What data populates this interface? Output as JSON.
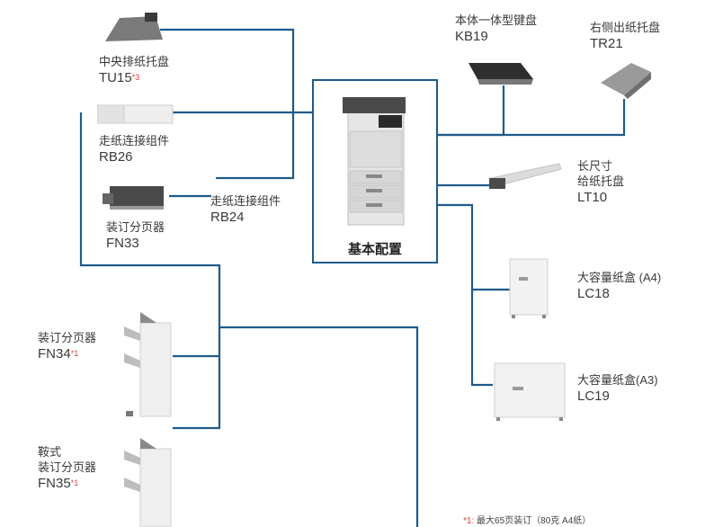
{
  "center": {
    "title": "基本配置"
  },
  "items": {
    "tu15": {
      "name": "中央排纸托盘",
      "code": "TU15",
      "mark": "*3"
    },
    "rb26": {
      "name": "走纸连接组件",
      "code": "RB26"
    },
    "rb24": {
      "name": "走纸连接组件",
      "code": "RB24"
    },
    "fn33": {
      "name": "装订分页器",
      "code": "FN33"
    },
    "fn34": {
      "name": "装订分页器",
      "code": "FN34",
      "mark": "*1"
    },
    "fn35": {
      "name1": "鞍式",
      "name2": "装订分页器",
      "code": "FN35",
      "mark": "*1"
    },
    "kb19": {
      "name": "本体一体型键盘",
      "code": "KB19"
    },
    "tr21": {
      "name": "右侧出纸托盘",
      "code": "TR21"
    },
    "lt10": {
      "name1": "长尺寸",
      "name2": "给纸托盘",
      "code": "LT10"
    },
    "lc18": {
      "name": "大容量纸盒 (A4)",
      "code": "LC18"
    },
    "lc19": {
      "name": "大容量纸盒(A3)",
      "code": "LC19"
    }
  },
  "footnote": {
    "mark": "*1:",
    "text": "最大65页装订（80克 A4纸）"
  },
  "colors": {
    "line": "#1f5a8a",
    "accent": "#e0403a"
  }
}
